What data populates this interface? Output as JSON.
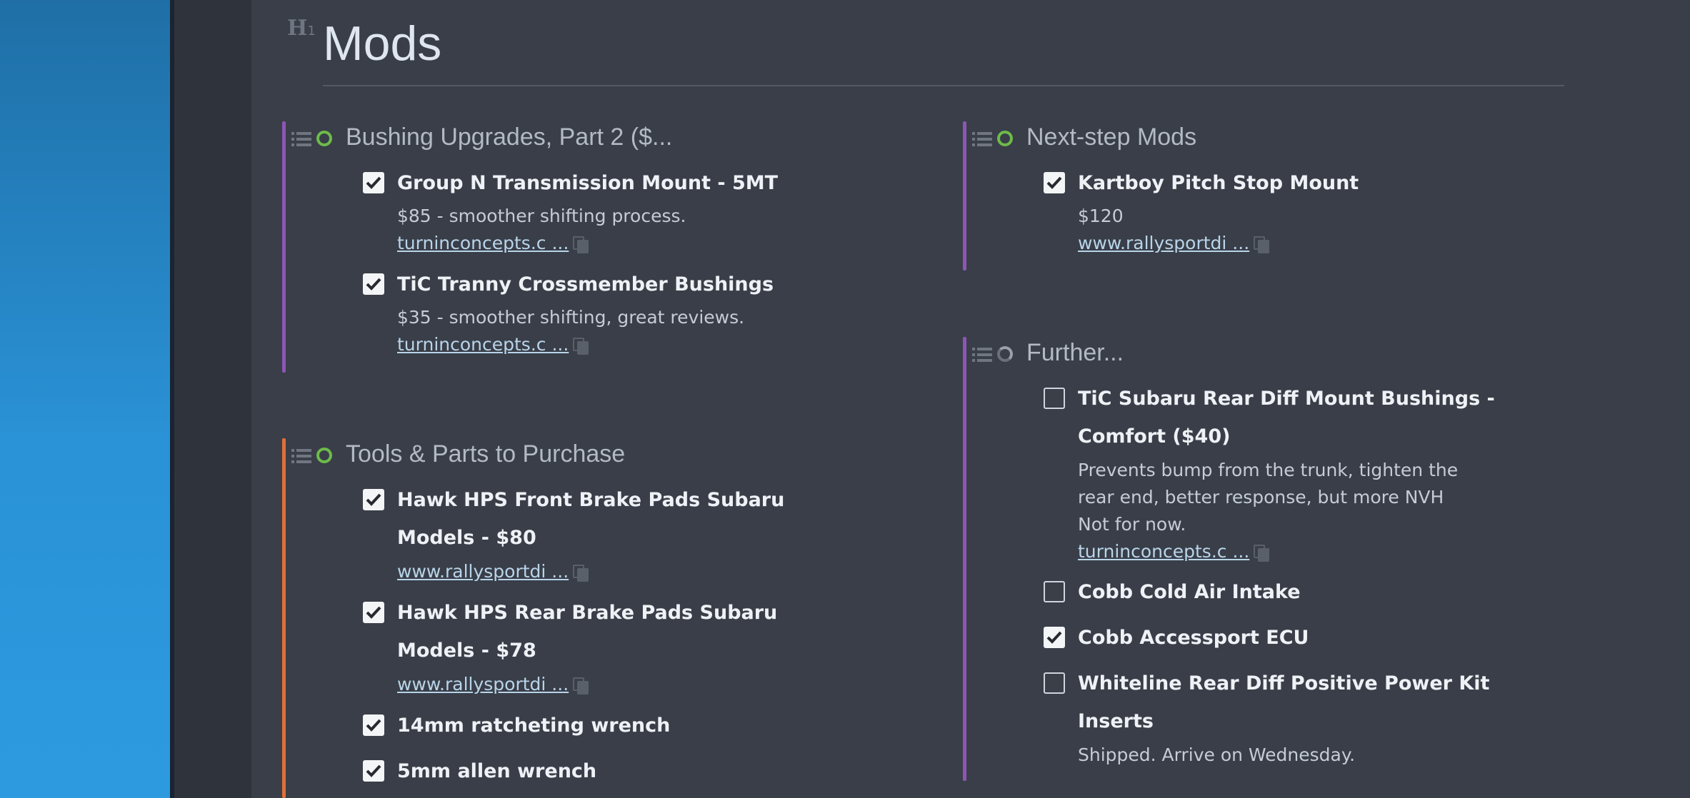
{
  "page": {
    "heading_marker": "H",
    "heading_level": "1",
    "title": "Mods"
  },
  "blocks": [
    {
      "title": "Bushing Upgrades, Part 2 ($...",
      "bar_color": "#8e55b6",
      "status": "complete",
      "tasks": [
        {
          "label": "Group N Transmission Mount - 5MT",
          "checked": true,
          "note": "$85 - smoother shifting process.",
          "link": "turninconcepts.c ..."
        },
        {
          "label": "TiC Tranny Crossmember Bushings",
          "checked": true,
          "note": "$35 - smoother shifting, great reviews.",
          "link": "turninconcepts.c ..."
        }
      ]
    },
    {
      "title": "Tools & Parts to Purchase",
      "bar_color": "#e0703a",
      "status": "complete",
      "tasks": [
        {
          "label_line1": "Hawk HPS Front Brake Pads Subaru",
          "label_line2": "Models - $80",
          "checked": true,
          "link": "www.rallysportdi ..."
        },
        {
          "label_line1": "Hawk HPS Rear Brake Pads Subaru",
          "label_line2": "Models - $78",
          "checked": true,
          "link": "www.rallysportdi ..."
        },
        {
          "label": "14mm ratcheting wrench",
          "checked": true
        },
        {
          "label": "5mm allen wrench",
          "checked": true
        }
      ]
    },
    {
      "title": "Next-step Mods",
      "bar_color": "#8e55b6",
      "status": "complete",
      "tasks": [
        {
          "label": "Kartboy Pitch Stop Mount",
          "checked": true,
          "note": "$120",
          "link": "www.rallysportdi ..."
        }
      ]
    },
    {
      "title": "Further...",
      "bar_color": "#8e55b6",
      "status": "partial",
      "tasks": [
        {
          "label_line1": "TiC Subaru Rear Diff Mount Bushings -",
          "label_line2": "Comfort ($40)",
          "checked": false,
          "note_lines": [
            "Prevents bump from the trunk, tighten the",
            "rear end, better response, but more NVH",
            "Not for now."
          ],
          "link": "turninconcepts.c ..."
        },
        {
          "label": "Cobb Cold Air Intake",
          "checked": false
        },
        {
          "label": "Cobb Accessport ECU",
          "checked": true
        },
        {
          "label_line1": "Whiteline Rear Diff Positive Power Kit",
          "label_line2": "Inserts",
          "checked": false,
          "note": "Shipped. Arrive on Wednesday."
        }
      ]
    }
  ]
}
